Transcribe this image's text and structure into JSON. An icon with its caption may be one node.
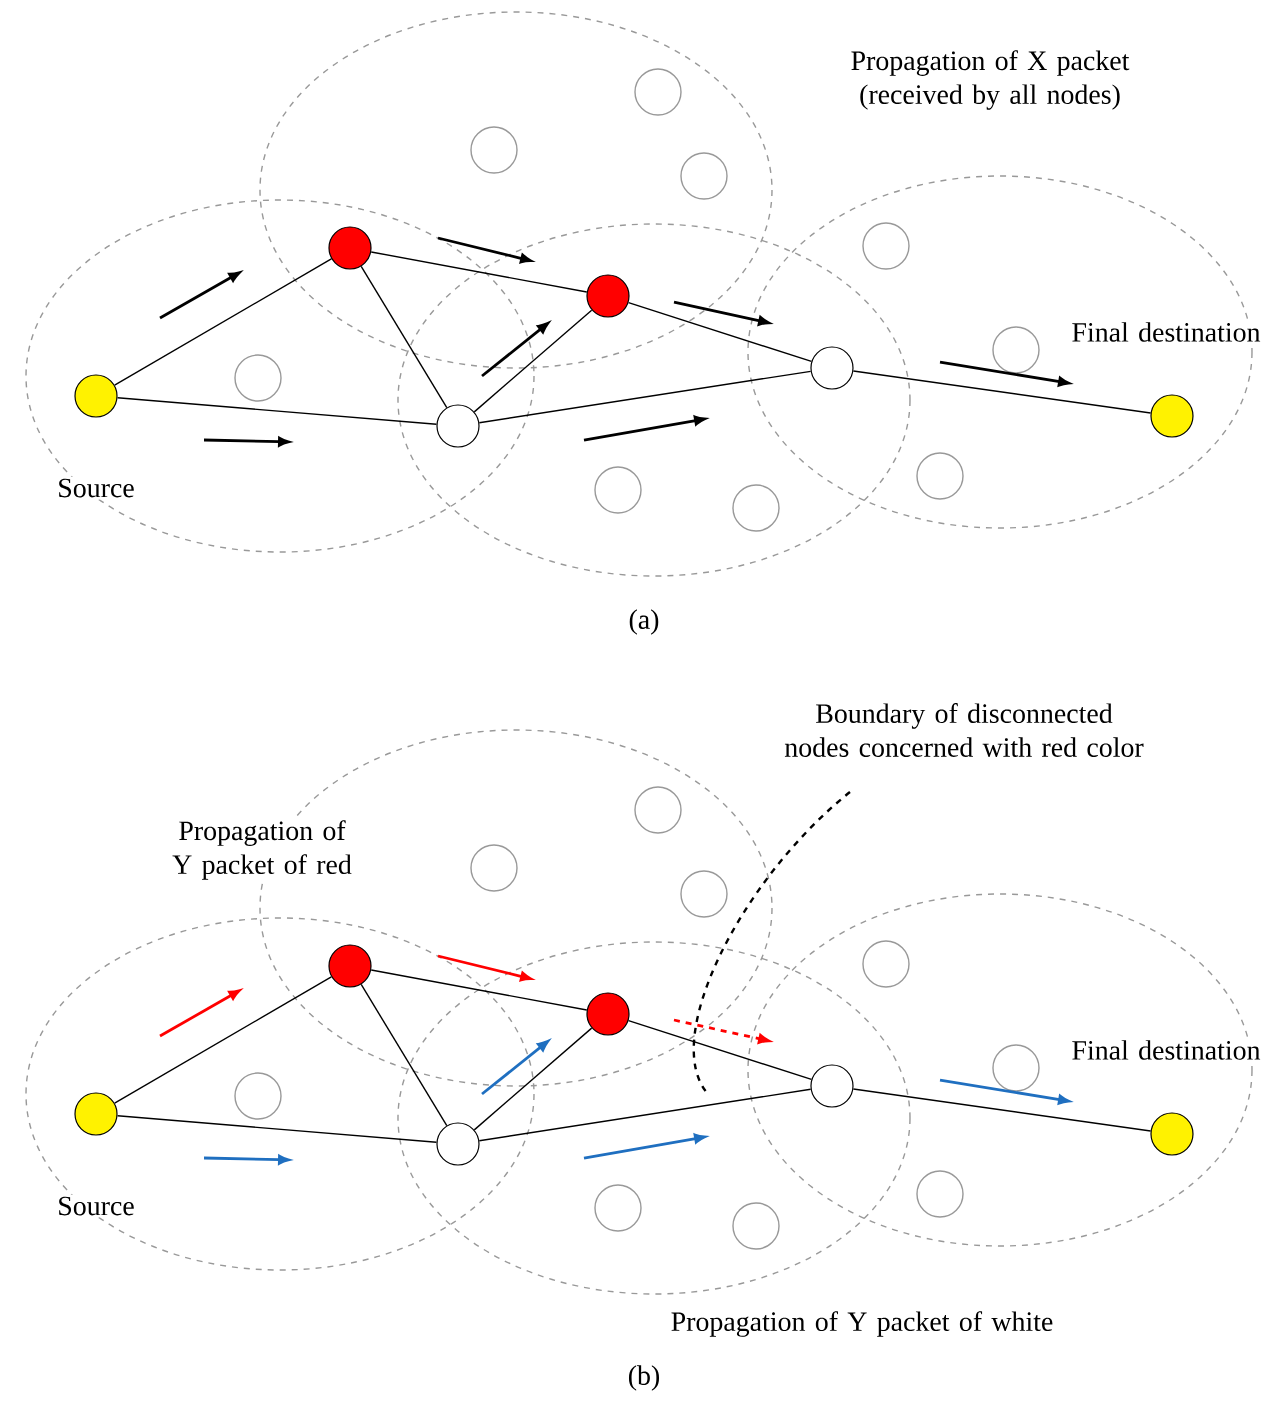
{
  "diagram": {
    "nodes": [
      {
        "text": [],
        "shape": "circle",
        "beside": [
          "Source"
        ]
      },
      {
        "text": [],
        "shape": "circle"
      },
      {
        "text": [],
        "shape": "circle"
      },
      {
        "text": [],
        "shape": "circle"
      },
      {
        "text": [],
        "shape": "circle"
      },
      {
        "text": [],
        "shape": "circle",
        "beside": [
          "Final destination"
        ]
      },
      {
        "text": [],
        "shape": "circle"
      },
      {
        "text": [],
        "shape": "circle"
      },
      {
        "text": [],
        "shape": "circle"
      },
      {
        "text": [],
        "shape": "circle"
      },
      {
        "text": [],
        "shape": "circle"
      },
      {
        "text": [],
        "shape": "circle"
      },
      {
        "text": [],
        "shape": "circle"
      },
      {
        "text": [],
        "shape": "circle"
      },
      {
        "text": [],
        "shape": "circle"
      },
      {
        "text": [],
        "shape": "circle",
        "beside": [
          "Source"
        ]
      },
      {
        "text": [],
        "shape": "circle"
      },
      {
        "text": [],
        "shape": "circle"
      },
      {
        "text": [],
        "shape": "circle"
      },
      {
        "text": [],
        "shape": "circle"
      },
      {
        "text": [],
        "shape": "circle",
        "beside": [
          "Final destination"
        ]
      },
      {
        "text": [],
        "shape": "circle"
      },
      {
        "text": [],
        "shape": "circle"
      },
      {
        "text": [],
        "shape": "circle"
      },
      {
        "text": [],
        "shape": "circle"
      },
      {
        "text": [],
        "shape": "circle"
      },
      {
        "text": [],
        "shape": "circle"
      },
      {
        "text": [],
        "shape": "circle"
      },
      {
        "text": [],
        "shape": "circle"
      },
      {
        "text": [],
        "shape": "circle"
      }
    ],
    "edges": [
      {
        "from": 0,
        "to": 1,
        "arrow": "none"
      },
      {
        "from": 0,
        "to": 2,
        "arrow": "none"
      },
      {
        "from": 1,
        "to": 2,
        "arrow": "none"
      },
      {
        "from": 1,
        "to": 3,
        "arrow": "none"
      },
      {
        "from": 2,
        "to": 3,
        "arrow": "none"
      },
      {
        "from": 2,
        "to": 4,
        "arrow": "none"
      },
      {
        "from": 3,
        "to": 4,
        "arrow": "none"
      },
      {
        "from": 4,
        "to": 5,
        "arrow": "none"
      },
      {
        "from": 15,
        "to": 16,
        "arrow": "none"
      },
      {
        "from": 15,
        "to": 17,
        "arrow": "none"
      },
      {
        "from": 16,
        "to": 17,
        "arrow": "none"
      },
      {
        "from": 16,
        "to": 18,
        "arrow": "none"
      },
      {
        "from": 17,
        "to": 18,
        "arrow": "none"
      },
      {
        "from": 17,
        "to": 19,
        "arrow": "none"
      },
      {
        "from": 18,
        "to": 19,
        "arrow": "none"
      },
      {
        "from": 19,
        "to": 20,
        "arrow": "none"
      }
    ],
    "labels": [
      "Propagation of X packet (received by all nodes)",
      "(a)",
      "Boundary of disconnected nodes concerned with red color",
      "Propagation of Y packet of red",
      "Propagation of Y packet of white",
      "(b)"
    ]
  }
}
